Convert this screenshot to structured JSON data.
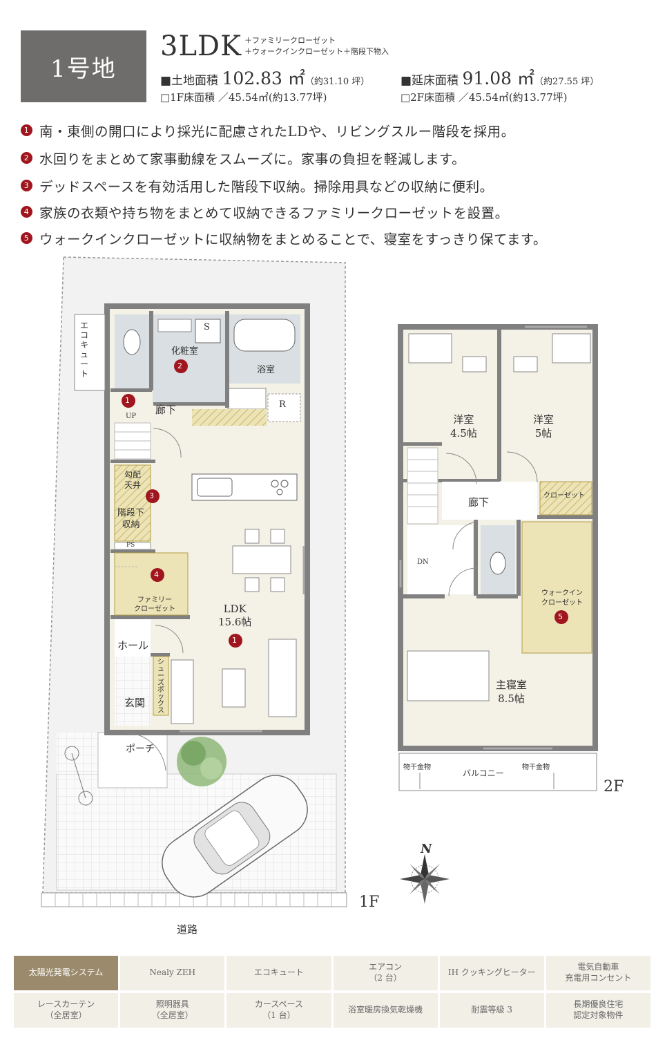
{
  "header": {
    "lot": "1号地",
    "layout": "3LDK",
    "layout_extra_1": "＋ファミリークローゼット",
    "layout_extra_2": "＋ウォークインクローゼット＋階段下物入",
    "land_label": "■土地面積",
    "land_value": "102.83 ㎡",
    "land_tsubo": "（約31.10 坪）",
    "floor_label": "■延床面積",
    "floor_value": "91.08 ㎡",
    "floor_tsubo": "（約27.55 坪）",
    "f1_area": "□1F床面積 ／45.54㎡(約13.77坪)",
    "f2_area": "□2F床面積 ／45.54㎡(約13.77坪)"
  },
  "features": [
    {
      "num": "1",
      "text": "南・東側の開口により採光に配慮されたLDや、リビングスルー階段を採用。"
    },
    {
      "num": "2",
      "text": "水回りをまとめて家事動線をスムーズに。家事の負担を軽減します。"
    },
    {
      "num": "3",
      "text": "デッドスペースを有効活用した階段下収納。掃除用具などの収納に便利。"
    },
    {
      "num": "4",
      "text": "家族の衣類や持ち物をまとめて収納できるファミリークローゼットを設置。"
    },
    {
      "num": "5",
      "text": "ウォークインクローゼットに収納物をまとめることで、寝室をすっきり保てます。"
    }
  ],
  "plan1f": {
    "floor": "1F",
    "road": "道路",
    "ecocute_chars": [
      "エ",
      "コ",
      "キ",
      "ュ",
      "ー",
      "ト"
    ],
    "powder": "化粧室",
    "s": "S",
    "bath": "浴室",
    "hall_up": "廊下",
    "up": "UP",
    "r": "R",
    "slope_1": "勾配",
    "slope_2": "天井",
    "under_1": "階段下",
    "under_2": "収納",
    "ps": "PS",
    "fc_1": "ファミリー",
    "fc_2": "クローゼット",
    "ldk": "LDK",
    "ldk_size": "15.6帖",
    "hall": "ホール",
    "shoe_chars": [
      "シ",
      "ュ",
      "ー",
      "ズ",
      "ボ",
      "ッ",
      "ク",
      "ス"
    ],
    "entrance": "玄関",
    "porch": "ポーチ",
    "markers": [
      "1",
      "2",
      "3",
      "4",
      "1"
    ]
  },
  "plan2f": {
    "floor": "2F",
    "room_a": "洋室",
    "room_a_size": "4.5帖",
    "room_b": "洋室",
    "room_b_size": "5帖",
    "hall": "廊下",
    "closet": "クローゼット",
    "dn": "DN",
    "wic_1": "ウォークイン",
    "wic_2": "クローゼット",
    "master": "主寝室",
    "master_size": "8.5帖",
    "balcony": "バルコニー",
    "hanger_l": "物干金物",
    "hanger_r": "物干金物",
    "marker": "5",
    "compass_n": "N"
  },
  "amenities": [
    {
      "label": "太陽光発電システム",
      "active": true
    },
    {
      "label": "Nealy ZEH",
      "active": false
    },
    {
      "label": "エコキュート",
      "active": false
    },
    {
      "label": "エアコン\n（2 台）",
      "active": false
    },
    {
      "label": "IH クッキングヒーター",
      "active": false
    },
    {
      "label": "電気自動車\n充電用コンセント",
      "active": false
    },
    {
      "label": "レースカーテン\n（全居室）",
      "active": false
    },
    {
      "label": "照明器具\n（全居室）",
      "active": false
    },
    {
      "label": "カースペース\n（1 台）",
      "active": false
    },
    {
      "label": "浴室暖房換気乾燥機",
      "active": false
    },
    {
      "label": "耐震等級 3",
      "active": false
    },
    {
      "label": "長期優良住宅\n認定対象物件",
      "active": false
    }
  ],
  "colors": {
    "lot_box": "#6e6d6b",
    "marker": "#a0161e",
    "tile": "#f1efe6",
    "tile_active": "#9b8a6b",
    "wall": "#808080",
    "room": "#f4f1e6",
    "wet": "#d9dfe2",
    "storage": "#ece3b6"
  }
}
